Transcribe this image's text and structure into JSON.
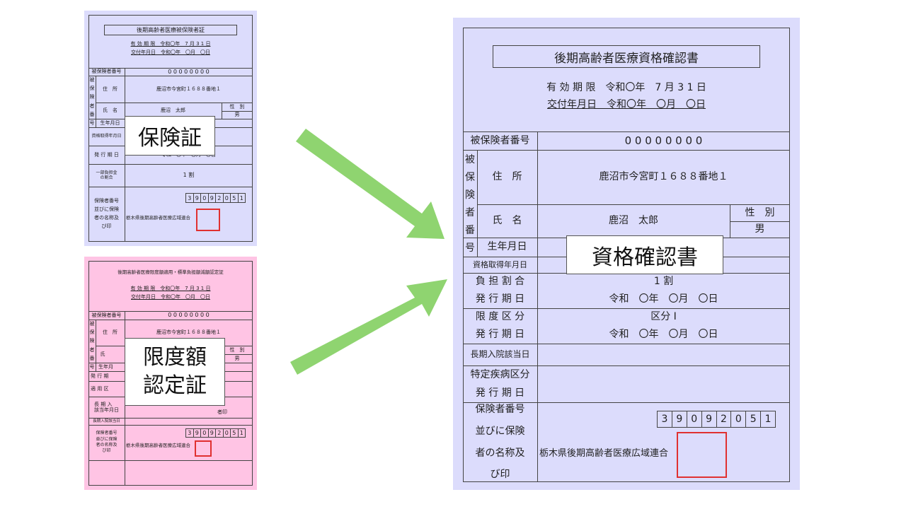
{
  "colors": {
    "lavender": "#dcdcfc",
    "pink": "#ffc4e4",
    "arrow": "#8fd470",
    "seal": "#e03030"
  },
  "card_hoken": {
    "title": "後期高齢者医療被保険者証",
    "valid": "有 効 期 限　令和〇年　7 月 3 1 日",
    "issue": "交付年月日　令和〇年　〇月　〇日",
    "insured_no_label": "被保険者番号",
    "insured_no": "0 0 0 0 0 0 0 0",
    "side": [
      "被",
      "保",
      "険",
      "者",
      "番",
      "号"
    ],
    "address_label": "住　所",
    "address": "鹿沼市今宮町１６８８番地１",
    "name_label": "氏　名",
    "name": "鹿沼　太郎",
    "sex_label": "性　別",
    "sex": "男",
    "birth_label": "生年月日",
    "qual_label": "資格取得年月日",
    "issue_date_label": "発 行 期 日",
    "issue_date": "令和　〇年　〇月　〇日",
    "ratio_label_1": "一部負担金",
    "ratio_label_2": "の割合",
    "ratio": "1 割",
    "insurer_label": [
      "保険者番号",
      "並びに保険",
      "者の名称及",
      "び印"
    ],
    "insurer_no": [
      "3",
      "9",
      "0",
      "9",
      "2",
      "0",
      "5",
      "1"
    ],
    "insurer_name": "栃木県後期高齢者医療広域連合",
    "overlay": "保険証"
  },
  "card_gendo": {
    "title": "後期高齢者医療限度額適用・標準負担額減額認定証",
    "valid": "有 効 期 限　令和〇年　7 月 3 1 日",
    "issue": "交付年月日　令和〇年　〇月　〇日",
    "insured_no_label": "被保険者番号",
    "insured_no": "0 0 0 0 0 0 0 0",
    "side": [
      "被",
      "保",
      "険",
      "者",
      "番",
      "号"
    ],
    "address_label": "住　所",
    "address": "鹿沼市今宮町１６８８番地１",
    "name_label": "氏",
    "sex_label": "性　別",
    "sex": "男",
    "birth_label": "生年月",
    "issue_date_label": "発 行 期",
    "apply_label": "適 用 区",
    "long_label_1": "長 期 入",
    "long_label_2": "該当年月日",
    "long_suffix": "者印",
    "long_date_label": "長期入院該当日",
    "insurer_label": [
      "保険者番号",
      "並びに保険",
      "者の名称及",
      "び印"
    ],
    "insurer_no": [
      "3",
      "9",
      "0",
      "9",
      "2",
      "0",
      "5",
      "1"
    ],
    "insurer_name": "栃木県後期高齢者医療広域連合",
    "overlay": [
      "限度額",
      "認定証"
    ]
  },
  "card_shikaku": {
    "title": "後期高齢者医療資格確認書",
    "valid": "有 効 期 限　令和〇年　7 月 3 1 日",
    "issue": "交付年月日　令和〇年　〇月　〇日",
    "insured_no_label": "被保険者番号",
    "insured_no": "0 0 0 0 0 0 0 0",
    "side": [
      "被",
      "保",
      "険",
      "者",
      "番",
      "号"
    ],
    "address_label": "住　所",
    "address": "鹿沼市今宮町１６８８番地１",
    "name_label": "氏　名",
    "name": "鹿沼　太郎",
    "sex_label": "性　別",
    "sex": "男",
    "birth_label": "生年月日",
    "qual_label": "資格取得年月日",
    "burden_label": "負 担 割 合",
    "burden": "1 割",
    "issue_date_label": "発 行 期 日",
    "issue_date": "令和　〇年　〇月　〇日",
    "limit_label": "限 度 区 分",
    "limit": "区分 I",
    "issue_date_label_2": "発 行 期 日",
    "issue_date_2": "令和　〇年　〇月　〇日",
    "long_label": "長期入院該当日",
    "disease_label": "特定疾病区分",
    "issue_date_label_3": "発 行 期 日",
    "insurer_label": [
      "保険者番号",
      "並びに保険",
      "者の名称及",
      "び印"
    ],
    "insurer_no": [
      "3",
      "9",
      "0",
      "9",
      "2",
      "0",
      "5",
      "1"
    ],
    "insurer_name": "栃木県後期高齢者医療広域連合",
    "overlay": "資格確認書"
  }
}
